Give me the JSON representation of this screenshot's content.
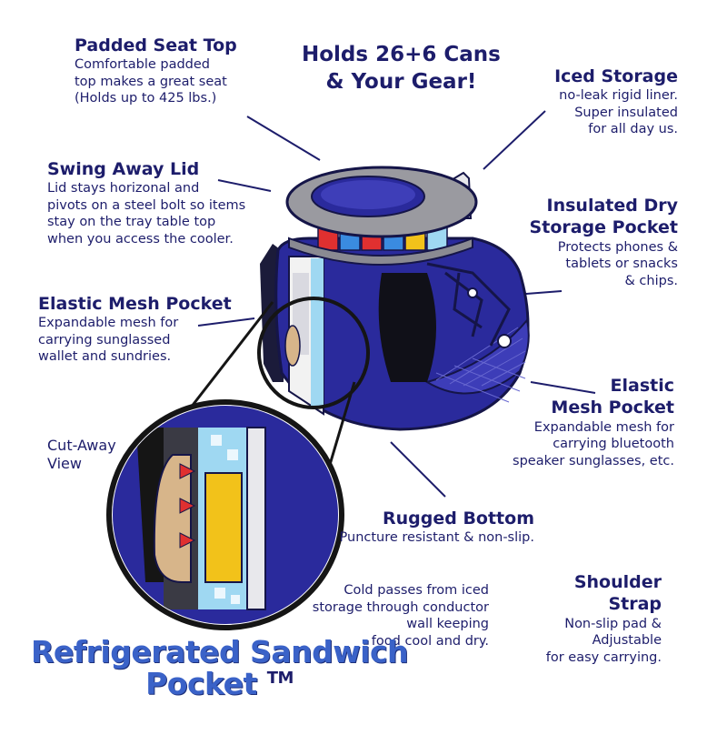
{
  "headline": {
    "line1": "Holds 26+6 Cans",
    "line2": "& Your Gear!"
  },
  "callouts": {
    "padded_seat_top": {
      "title": "Padded Seat Top",
      "lines": [
        "Comfortable padded",
        "top makes a great seat",
        "(Holds up to 425 lbs.)"
      ]
    },
    "swing_away_lid": {
      "title": "Swing Away Lid",
      "lines": [
        "Lid stays horizonal and",
        "pivots on a steel bolt so items",
        "stay on the tray table top",
        "when you access the cooler."
      ]
    },
    "elastic_mesh_left": {
      "title": "Elastic Mesh Pocket",
      "lines": [
        "Expandable mesh for",
        "carrying sunglassed",
        "wallet and sundries."
      ]
    },
    "cut_away": {
      "lines": [
        "Cut-Away",
        "View"
      ]
    },
    "iced_storage": {
      "title": "Iced Storage",
      "lines": [
        "no-leak rigid liner.",
        "Super insulated",
        "for all day us."
      ]
    },
    "insulated_dry": {
      "title_lines": [
        "Insulated Dry",
        "Storage Pocket"
      ],
      "lines": [
        "Protects phones &",
        "tablets or snacks",
        "& chips."
      ]
    },
    "elastic_mesh_right": {
      "title_lines": [
        "Elastic",
        "Mesh Pocket"
      ],
      "lines": [
        "Expandable mesh for",
        "carrying  bluetooth",
        "speaker sunglasses, etc."
      ]
    },
    "rugged_bottom": {
      "title": "Rugged Bottom",
      "lines": [
        "Puncture resistant & non-slip."
      ]
    },
    "cold_passes": {
      "lines": [
        "Cold passes from iced",
        "storage through conductor",
        "wall keeping",
        "food cool and dry."
      ]
    },
    "shoulder_strap": {
      "title_lines": [
        "Shoulder",
        "Strap"
      ],
      "lines": [
        "Non-slip pad &",
        "Adjustable",
        "for easy carrying."
      ]
    }
  },
  "brand": {
    "line1": "Refrigerated Sandwich",
    "line2": "Pocket",
    "tm": "TM"
  },
  "colors": {
    "text": "#1d1d6b",
    "brand_blue": "#3a62c8",
    "cooler_navy": "#2a2a9c",
    "cooler_dark": "#1b1b5e",
    "lid_grey": "#9a9aa0",
    "ice_blue": "#9fd8f2",
    "can_yellow": "#f2c21a",
    "can_red": "#e03030",
    "bread": "#d7b58a"
  },
  "icons": [
    "magnifier-circle",
    "leader-line"
  ]
}
